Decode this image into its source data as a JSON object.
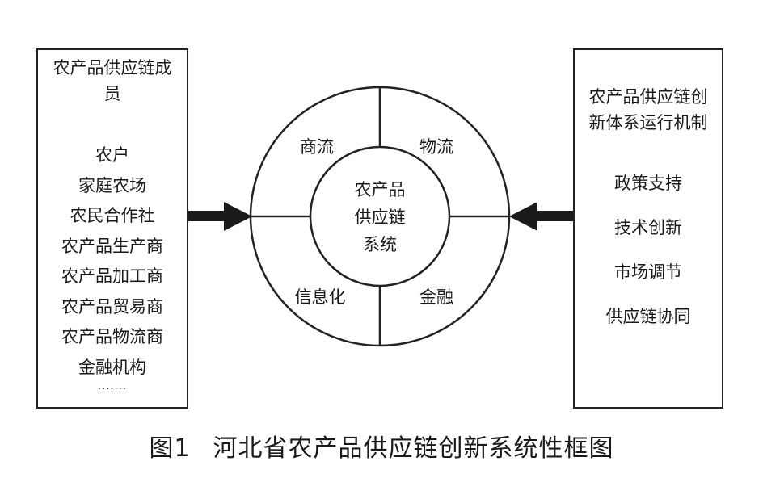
{
  "left_panel": {
    "title": "农产品供应链成员",
    "items": [
      "农户",
      "家庭农场",
      "农民合作社",
      "农产品生产商",
      "农产品加工商",
      "农产品贸易商",
      "农产品物流商",
      "金融机构"
    ],
    "ellipsis": "·······"
  },
  "right_panel": {
    "title": "农产品供应链创新体系运行机制",
    "items": [
      "政策支持",
      "技术创新",
      "市场调节",
      "供应链协同"
    ]
  },
  "circle": {
    "center_lines": [
      "农产品",
      "供应链",
      "系统"
    ],
    "quadrants": {
      "top_left": "商流",
      "top_right": "物流",
      "bottom_left": "信息化",
      "bottom_right": "金融"
    }
  },
  "caption": {
    "figure_number": "图1",
    "title": "河北省农产品供应链创新系统性框图"
  }
}
